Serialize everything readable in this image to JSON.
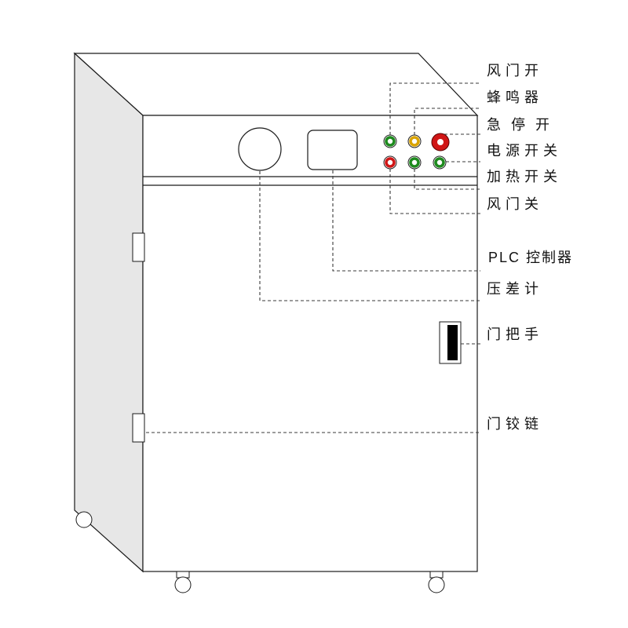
{
  "labels": [
    {
      "id": "damper-open",
      "text": "风门开"
    },
    {
      "id": "buzzer",
      "text": "蜂鸣器"
    },
    {
      "id": "emergency-stop",
      "text": "急停开"
    },
    {
      "id": "power-switch",
      "text": "电源开关"
    },
    {
      "id": "heating-switch",
      "text": "加热开关"
    },
    {
      "id": "damper-close",
      "text": "风门关"
    },
    {
      "id": "plc-controller",
      "text": "PLC 控制器"
    },
    {
      "id": "pressure-gauge",
      "text": "压差计"
    },
    {
      "id": "door-handle",
      "text": "门把手"
    },
    {
      "id": "door-hinge",
      "text": "门铰链"
    }
  ],
  "indicator_lights": {
    "top_row": [
      {
        "name": "damper-open-light",
        "color": "#1d8a1d"
      },
      {
        "name": "buzzer-light",
        "color": "#d9a300"
      },
      {
        "name": "emergency-stop-button",
        "color": "#d01616"
      }
    ],
    "bottom_row": [
      {
        "name": "damper-close-light",
        "color": "#d01616"
      },
      {
        "name": "heating-switch-light",
        "color": "#1d8a1d"
      },
      {
        "name": "power-switch-light",
        "color": "#1d8a1d"
      }
    ]
  },
  "colors": {
    "outline": "#1a1a1a",
    "leader": "#3a3a3a",
    "side_panel": "#e7e7e7",
    "door_handle": "#000000"
  }
}
